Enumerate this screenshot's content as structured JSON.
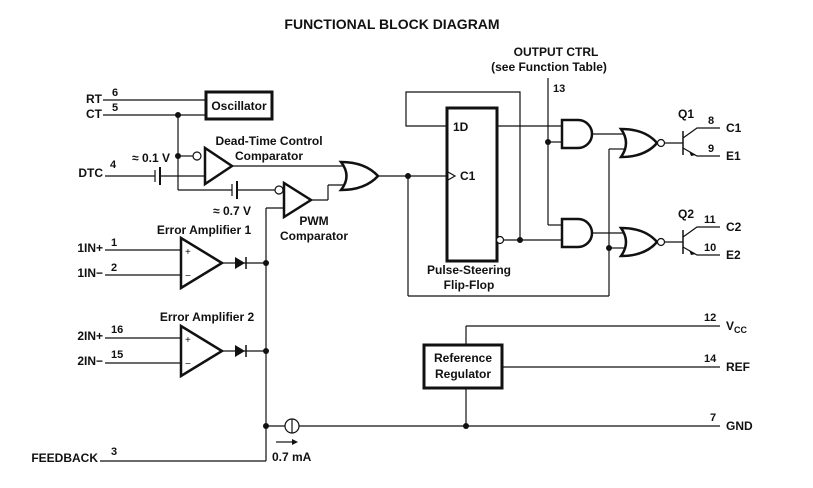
{
  "title": "FUNCTIONAL BLOCK DIAGRAM",
  "blocks": {
    "oscillator": "Oscillator",
    "dead_time_line1": "Dead-Time Control",
    "dead_time_line2": "Comparator",
    "pwm_line1": "PWM",
    "pwm_line2": "Comparator",
    "error_amp_1": "Error Amplifier 1",
    "error_amp_2": "Error Amplifier 2",
    "flip_flop_line1": "Pulse-Steering",
    "flip_flop_line2": "Flip-Flop",
    "flip_flop_d": "1D",
    "flip_flop_clk": "C1",
    "ref_line1": "Reference",
    "ref_line2": "Regulator",
    "output_ctrl_line1": "OUTPUT CTRL",
    "output_ctrl_line2": "(see Function Table)",
    "q1": "Q1",
    "q2": "Q2"
  },
  "annotations": {
    "v_dtc": "≈ 0.1 V",
    "v_pwm": "≈ 0.7 V",
    "current": "0.7 mA",
    "plus": "+",
    "minus": "−"
  },
  "pins": [
    {
      "name": "RT",
      "num": "6"
    },
    {
      "name": "CT",
      "num": "5"
    },
    {
      "name": "DTC",
      "num": "4"
    },
    {
      "name": "1IN+",
      "num": "1"
    },
    {
      "name": "1IN−",
      "num": "2"
    },
    {
      "name": "2IN+",
      "num": "16"
    },
    {
      "name": "2IN−",
      "num": "15"
    },
    {
      "name": "FEEDBACK",
      "num": "3"
    },
    {
      "name": "OUTPUT CTRL",
      "num": "13"
    },
    {
      "name": "C1",
      "num": "8"
    },
    {
      "name": "E1",
      "num": "9"
    },
    {
      "name": "C2",
      "num": "11"
    },
    {
      "name": "E2",
      "num": "10"
    },
    {
      "name": "VCC",
      "num": "12"
    },
    {
      "name": "REF",
      "num": "14"
    },
    {
      "name": "GND",
      "num": "7"
    }
  ],
  "vcc": {
    "main": "V",
    "sub": "CC"
  }
}
